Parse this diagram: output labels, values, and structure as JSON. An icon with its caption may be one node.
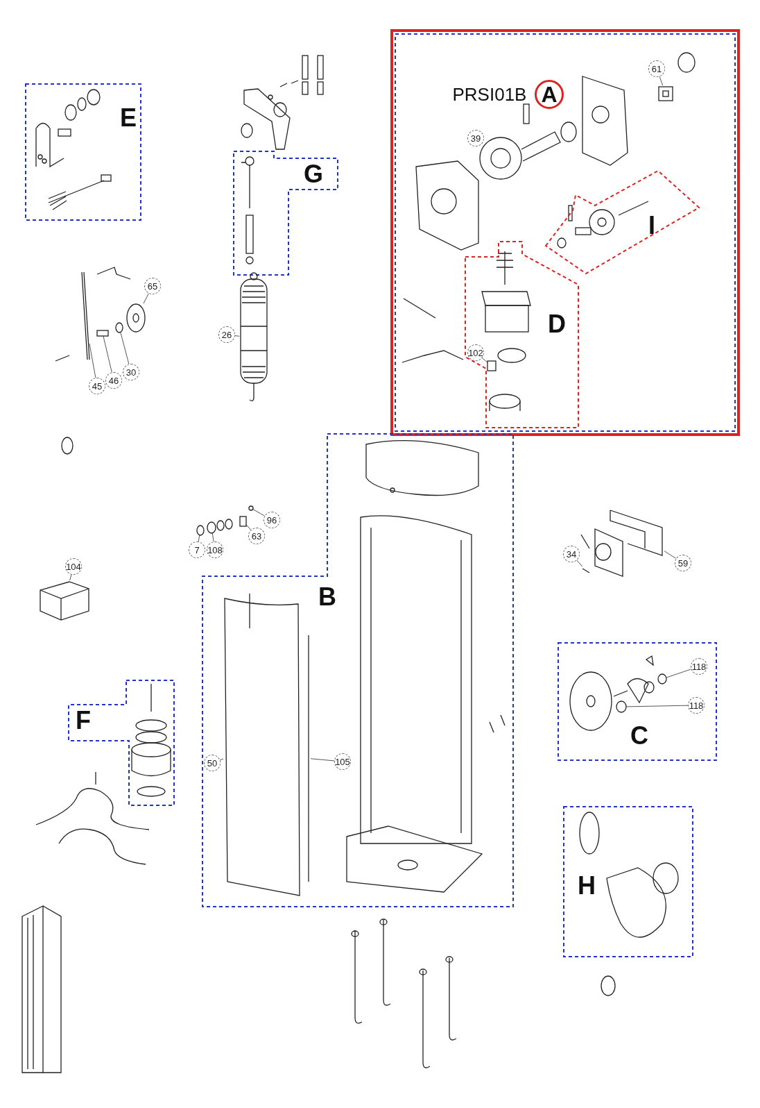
{
  "diagram": {
    "nodes": [
      {
        "text": [
          "E"
        ]
      },
      {
        "text": [
          "G"
        ]
      },
      {
        "text": [
          "PRSI01B",
          "A"
        ]
      },
      {
        "text": [
          "61"
        ],
        "in": 2
      },
      {
        "text": [
          "39"
        ],
        "in": 2
      },
      {
        "text": [
          "I"
        ],
        "in": 2
      },
      {
        "text": [
          "D"
        ],
        "in": 2
      },
      {
        "text": [
          "102"
        ],
        "in": 6
      },
      {
        "text": [
          "65"
        ]
      },
      {
        "text": [
          "45"
        ]
      },
      {
        "text": [
          "46"
        ]
      },
      {
        "text": [
          "30"
        ]
      },
      {
        "text": [
          "26"
        ]
      },
      {
        "text": [
          "7"
        ]
      },
      {
        "text": [
          "108"
        ]
      },
      {
        "text": [
          "63"
        ]
      },
      {
        "text": [
          "96"
        ]
      },
      {
        "text": [
          "104"
        ]
      },
      {
        "text": [
          "34"
        ]
      },
      {
        "text": [
          "59"
        ]
      },
      {
        "text": [
          "B"
        ]
      },
      {
        "text": [
          "50"
        ],
        "in": 20
      },
      {
        "text": [
          "105"
        ],
        "in": 20
      },
      {
        "text": [
          "C"
        ]
      },
      {
        "text": [
          "118"
        ],
        "in": 23
      },
      {
        "text": [
          "118"
        ],
        "in": 23
      },
      {
        "text": [
          "F"
        ]
      },
      {
        "text": [
          "H"
        ]
      },
      {
        "text": [],
        "shape": "picture",
        "in": 2
      },
      {
        "text": [],
        "shape": "picture",
        "in": 2
      },
      {
        "text": [],
        "shape": "box",
        "in": 6
      },
      {
        "text": [],
        "shape": "picture"
      },
      {
        "text": [],
        "shape": "picture"
      },
      {
        "text": [],
        "shape": "box"
      },
      {
        "text": [],
        "shape": "circle"
      },
      {
        "text": [],
        "shape": "picture"
      },
      {
        "text": [],
        "shape": "circle"
      },
      {
        "text": [],
        "shape": "circle"
      },
      {
        "text": [],
        "shape": "box"
      },
      {
        "text": [],
        "shape": "circle"
      },
      {
        "text": [],
        "shape": "picture"
      },
      {
        "text": [],
        "shape": "picture"
      },
      {
        "text": [],
        "shape": "picture"
      },
      {
        "text": [],
        "shape": "picture",
        "in": 20
      },
      {
        "text": [],
        "shape": "picture",
        "in": 20
      },
      {
        "text": [],
        "shape": "circle",
        "in": 23
      },
      {
        "text": [],
        "shape": "circle",
        "in": 23
      }
    ],
    "edges": [
      {
        "from": 3,
        "to": 28,
        "arrow": "none"
      },
      {
        "from": 4,
        "to": 29,
        "arrow": "none"
      },
      {
        "from": 7,
        "to": 30,
        "arrow": "none"
      },
      {
        "from": 8,
        "to": 31,
        "arrow": "none"
      },
      {
        "from": 9,
        "to": 32,
        "arrow": "none"
      },
      {
        "from": 10,
        "to": 33,
        "arrow": "none"
      },
      {
        "from": 11,
        "to": 34,
        "arrow": "none"
      },
      {
        "from": 12,
        "to": 35,
        "arrow": "none"
      },
      {
        "from": 13,
        "to": 36,
        "arrow": "none"
      },
      {
        "from": 14,
        "to": 37,
        "arrow": "none"
      },
      {
        "from": 15,
        "to": 38,
        "arrow": "none"
      },
      {
        "from": 16,
        "to": 39,
        "arrow": "none"
      },
      {
        "from": 17,
        "to": 40,
        "arrow": "none"
      },
      {
        "from": 18,
        "to": 41,
        "arrow": "none"
      },
      {
        "from": 19,
        "to": 42,
        "arrow": "none"
      },
      {
        "from": 21,
        "to": 43,
        "arrow": "none"
      },
      {
        "from": 22,
        "to": 44,
        "arrow": "none"
      },
      {
        "from": 24,
        "to": 45,
        "arrow": "none"
      },
      {
        "from": 25,
        "to": 46,
        "arrow": "none"
      }
    ]
  }
}
